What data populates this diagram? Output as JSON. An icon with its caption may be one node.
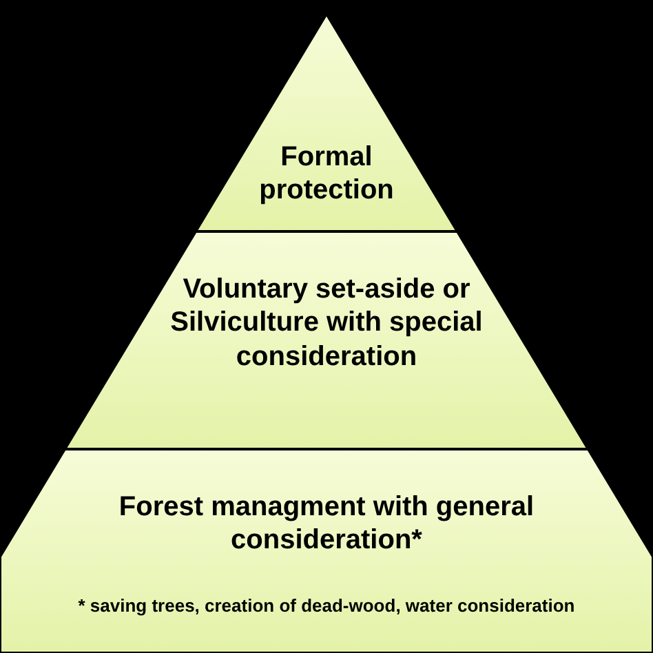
{
  "diagram": {
    "nodes": [
      {
        "text": [
          "Formal protection"
        ]
      },
      {
        "text": [
          "Voluntary set-aside or Silviculture with special consideration"
        ]
      },
      {
        "text": [
          "Forest managment with general consideration*",
          "* saving trees, creation of dead-wood, water consideration"
        ]
      }
    ]
  }
}
